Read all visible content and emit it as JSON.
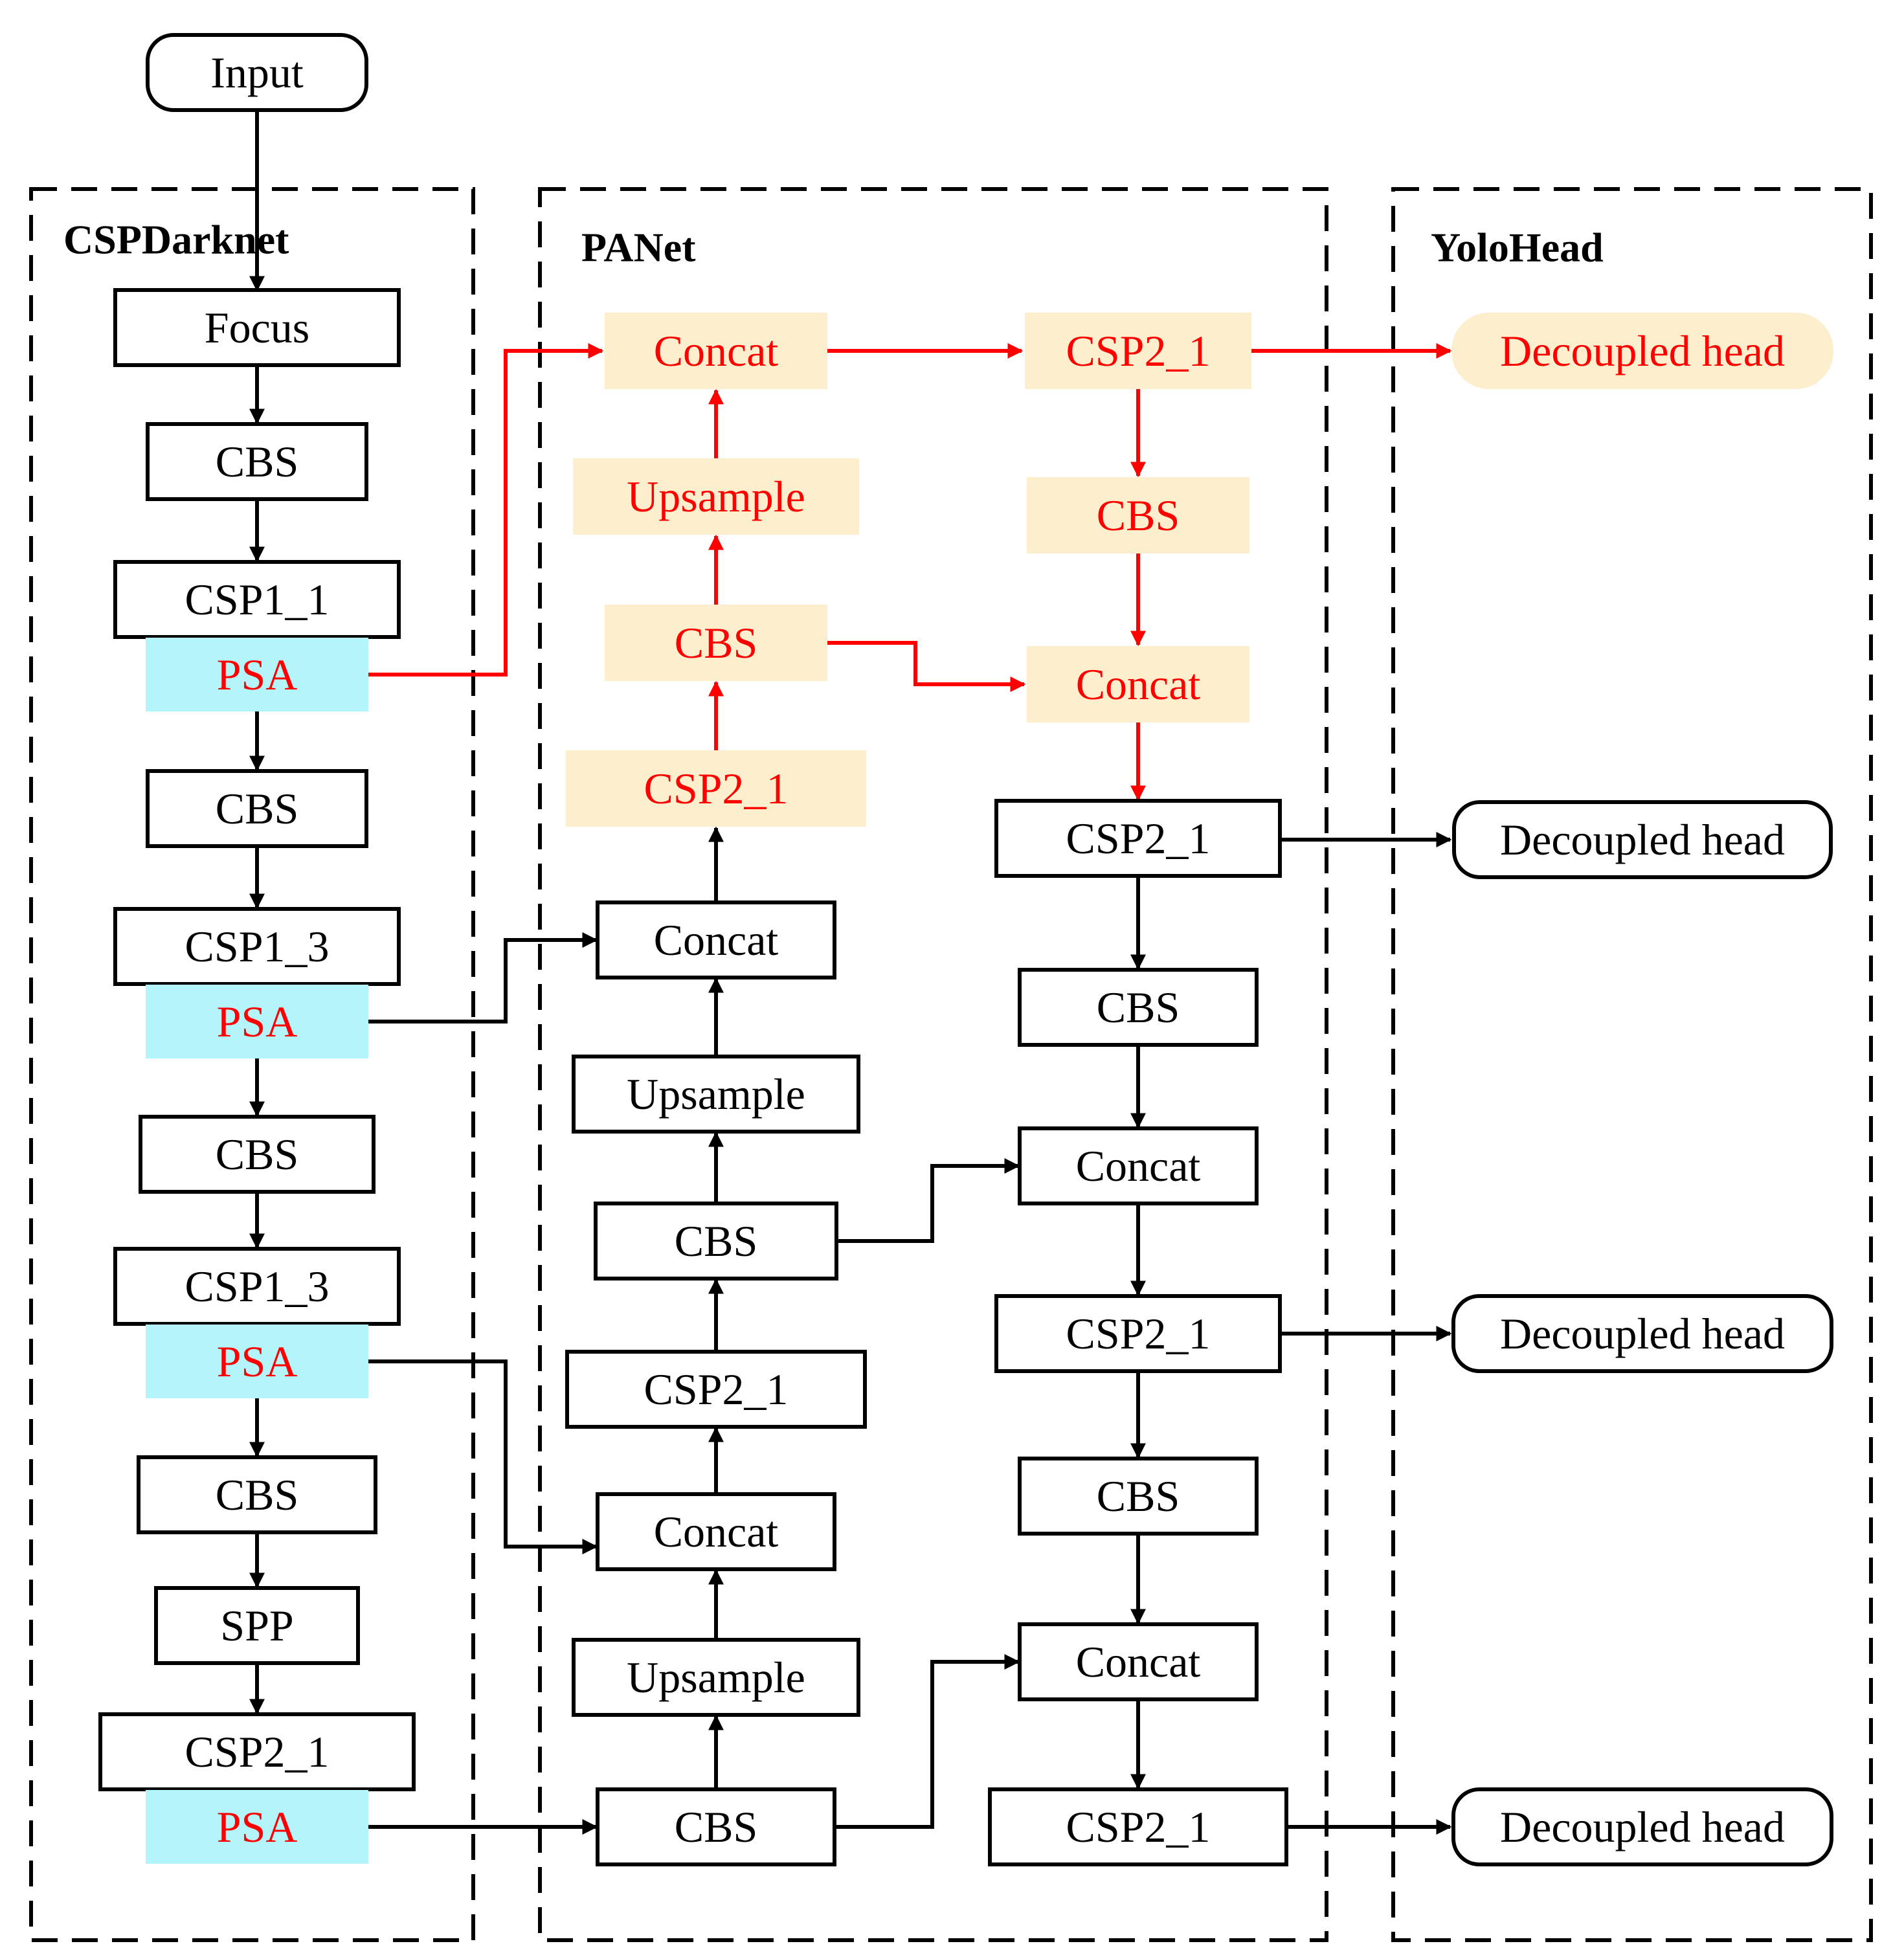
{
  "colors": {
    "stroke": "#000000",
    "highlight_text": "#ff0000",
    "highlight_line": "#ff0000",
    "psa_fill": "#b3f5fb",
    "highlight_fill": "#fdeecd",
    "normal_fill": "#ffffff"
  },
  "groups": {
    "cspdarknet": "CSPDarknet",
    "panet": "PANet",
    "yolohead": "YoloHead"
  },
  "nodes": {
    "input": "Input",
    "bb_focus": "Focus",
    "bb_cbs1": "CBS",
    "bb_csp1_1": "CSP1_1",
    "bb_psa1": "PSA",
    "bb_cbs2": "CBS",
    "bb_csp1_3a": "CSP1_3",
    "bb_psa2": "PSA",
    "bb_cbs3": "CBS",
    "bb_csp1_3b": "CSP1_3",
    "bb_psa3": "PSA",
    "bb_cbs4": "CBS",
    "bb_spp": "SPP",
    "bb_csp2_1": "CSP2_1",
    "bb_psa4": "PSA",
    "pa_concat_top": "Concat",
    "pa_upsample_top": "Upsample",
    "pa_cbs_top": "CBS",
    "pa_csp2_1_top": "CSP2_1",
    "pa_concat_mid": "Concat",
    "pa_upsample_mid": "Upsample",
    "pa_cbs_mid": "CBS",
    "pa_csp2_1_mid": "CSP2_1",
    "pa_concat_low": "Concat",
    "pa_upsample_low": "Upsample",
    "pa_cbs_bottom": "CBS",
    "pr_csp2_1_top": "CSP2_1",
    "pr_cbs_top": "CBS",
    "pr_concat_top": "Concat",
    "pr_csp2_1_2": "CSP2_1",
    "pr_cbs_2": "CBS",
    "pr_concat_2": "Concat",
    "pr_csp2_1_3": "CSP2_1",
    "pr_cbs_3": "CBS",
    "pr_concat_3": "Concat",
    "pr_csp2_1_4": "CSP2_1",
    "head_1": "Decoupled head",
    "head_2": "Decoupled head",
    "head_3": "Decoupled head",
    "head_4": "Decoupled head"
  }
}
